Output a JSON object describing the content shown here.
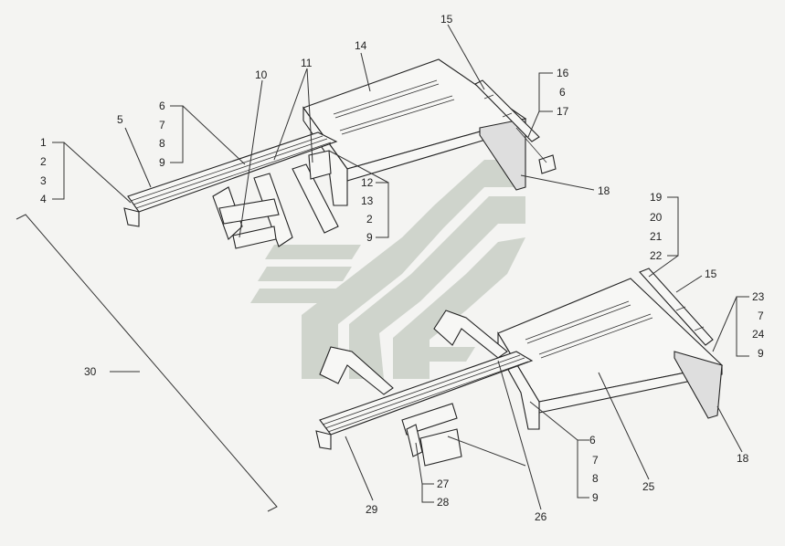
{
  "labels": {
    "l1": "1",
    "l2a": "2",
    "l3": "3",
    "l4": "4",
    "l5": "5",
    "l6a": "6",
    "l7a": "7",
    "l8a": "8",
    "l9a": "9",
    "l10": "10",
    "l11": "11",
    "l12": "12",
    "l13": "13",
    "l2b": "2",
    "l9b": "9",
    "l14": "14",
    "l15a": "15",
    "l16": "16",
    "l6b": "6",
    "l17": "17",
    "l18a": "18",
    "l19": "19",
    "l20": "20",
    "l21": "21",
    "l22": "22",
    "l15b": "15",
    "l23": "23",
    "l7c": "7",
    "l24": "24",
    "l9d": "9",
    "l18b": "18",
    "l30": "30",
    "l6c": "6",
    "l7b": "7",
    "l8b": "8",
    "l9c": "9",
    "l25": "25",
    "l26": "26",
    "l27": "27",
    "l28": "28",
    "l29": "29"
  },
  "colors": {
    "line": "#222222",
    "watermark": "#c9cfc6"
  }
}
